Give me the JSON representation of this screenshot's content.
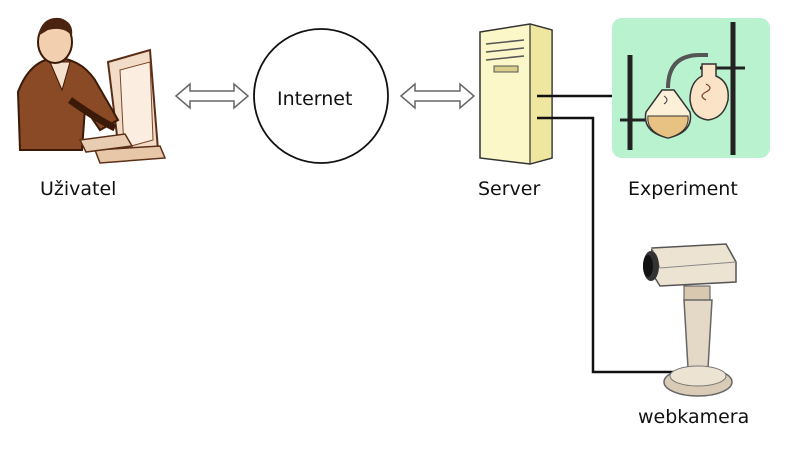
{
  "nodes": {
    "user": {
      "label": "Uživatel"
    },
    "internet": {
      "label": "Internet"
    },
    "server": {
      "label": "Server"
    },
    "experiment": {
      "label": "Experiment"
    },
    "webcam": {
      "label": "webkamera"
    }
  },
  "colors": {
    "line": "#111111",
    "server_fill": "#fbf7c8",
    "experiment_bg": "#b9f2cf",
    "arrow_stroke": "#666666"
  },
  "icons": {
    "user": "person-at-computer-icon",
    "server": "server-tower-icon",
    "experiment": "lab-flask-icon",
    "webcam": "security-camera-icon"
  }
}
